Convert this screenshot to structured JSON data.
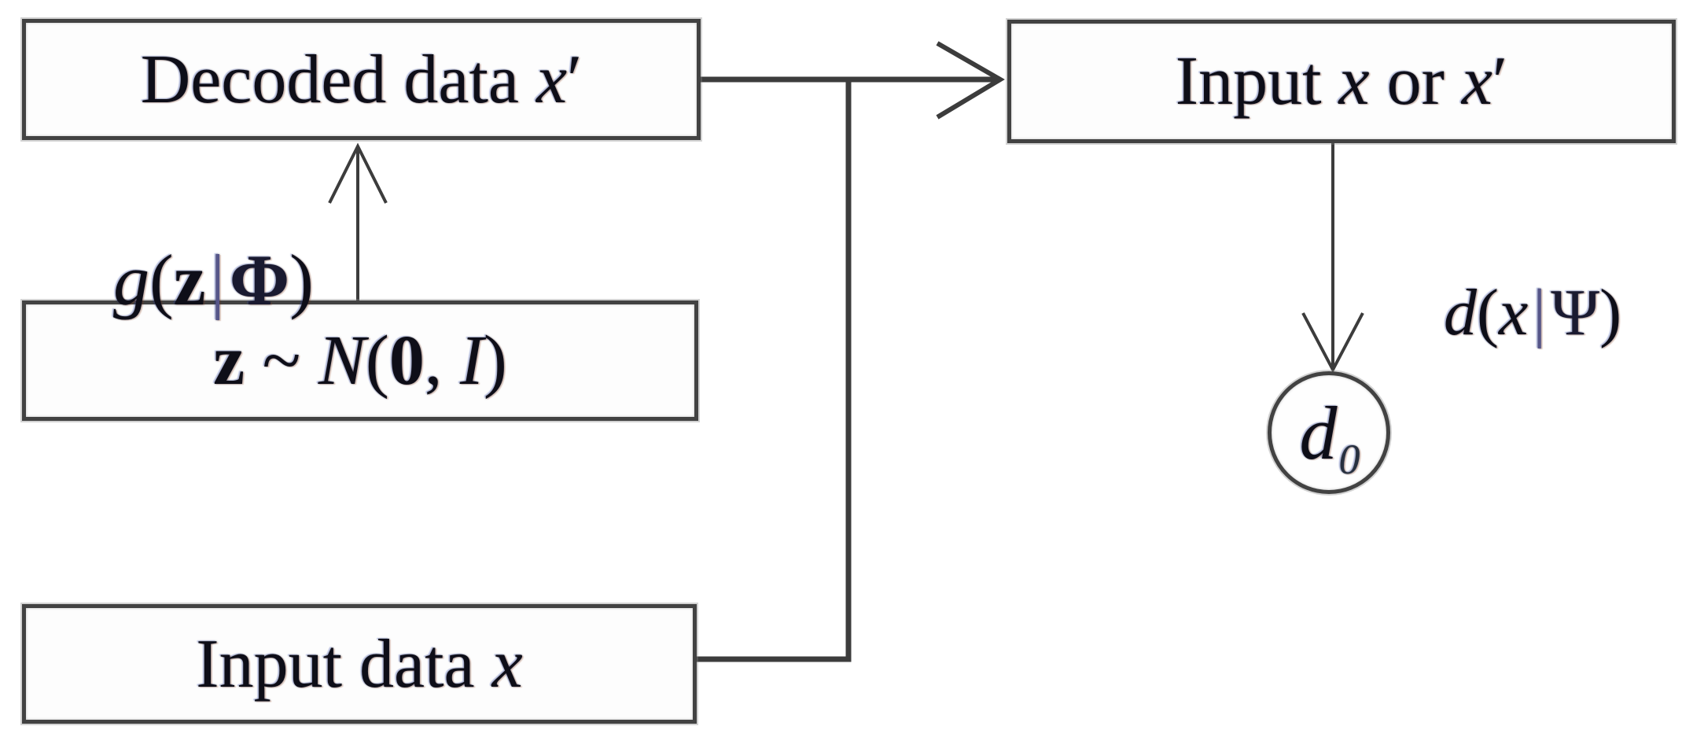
{
  "diagram": {
    "title": "Encoder–discriminator flow diagram",
    "background": "#ffffff",
    "line_color": "#3c3c3c",
    "border_color": "#424242",
    "text_color": "#0e0e18",
    "nodes": {
      "decoded": {
        "prefix": "Decoded data ",
        "var": "x",
        "prime": "′"
      },
      "latent": {
        "z": "z",
        "sim": " ~ ",
        "N": "N",
        "open": "(",
        "zero": "0",
        "comma": ", ",
        "I": "I",
        "close": ")"
      },
      "inputdata": {
        "prefix": "Input data ",
        "var": "x"
      },
      "inputxor": {
        "prefix": "Input ",
        "x1": "x",
        "or": " or ",
        "x2": "x",
        "prime": "′"
      },
      "d0": {
        "d": "d",
        "sub": "0"
      }
    },
    "edge_labels": {
      "generator": {
        "fn": "g",
        "open": "(",
        "arg": "z",
        "bar": "|",
        "param": "Φ",
        "close": ")"
      },
      "discriminator": {
        "fn": "d",
        "open": "(",
        "arg": "x",
        "bar": "|",
        "param": "Ψ",
        "close": ")"
      }
    }
  }
}
